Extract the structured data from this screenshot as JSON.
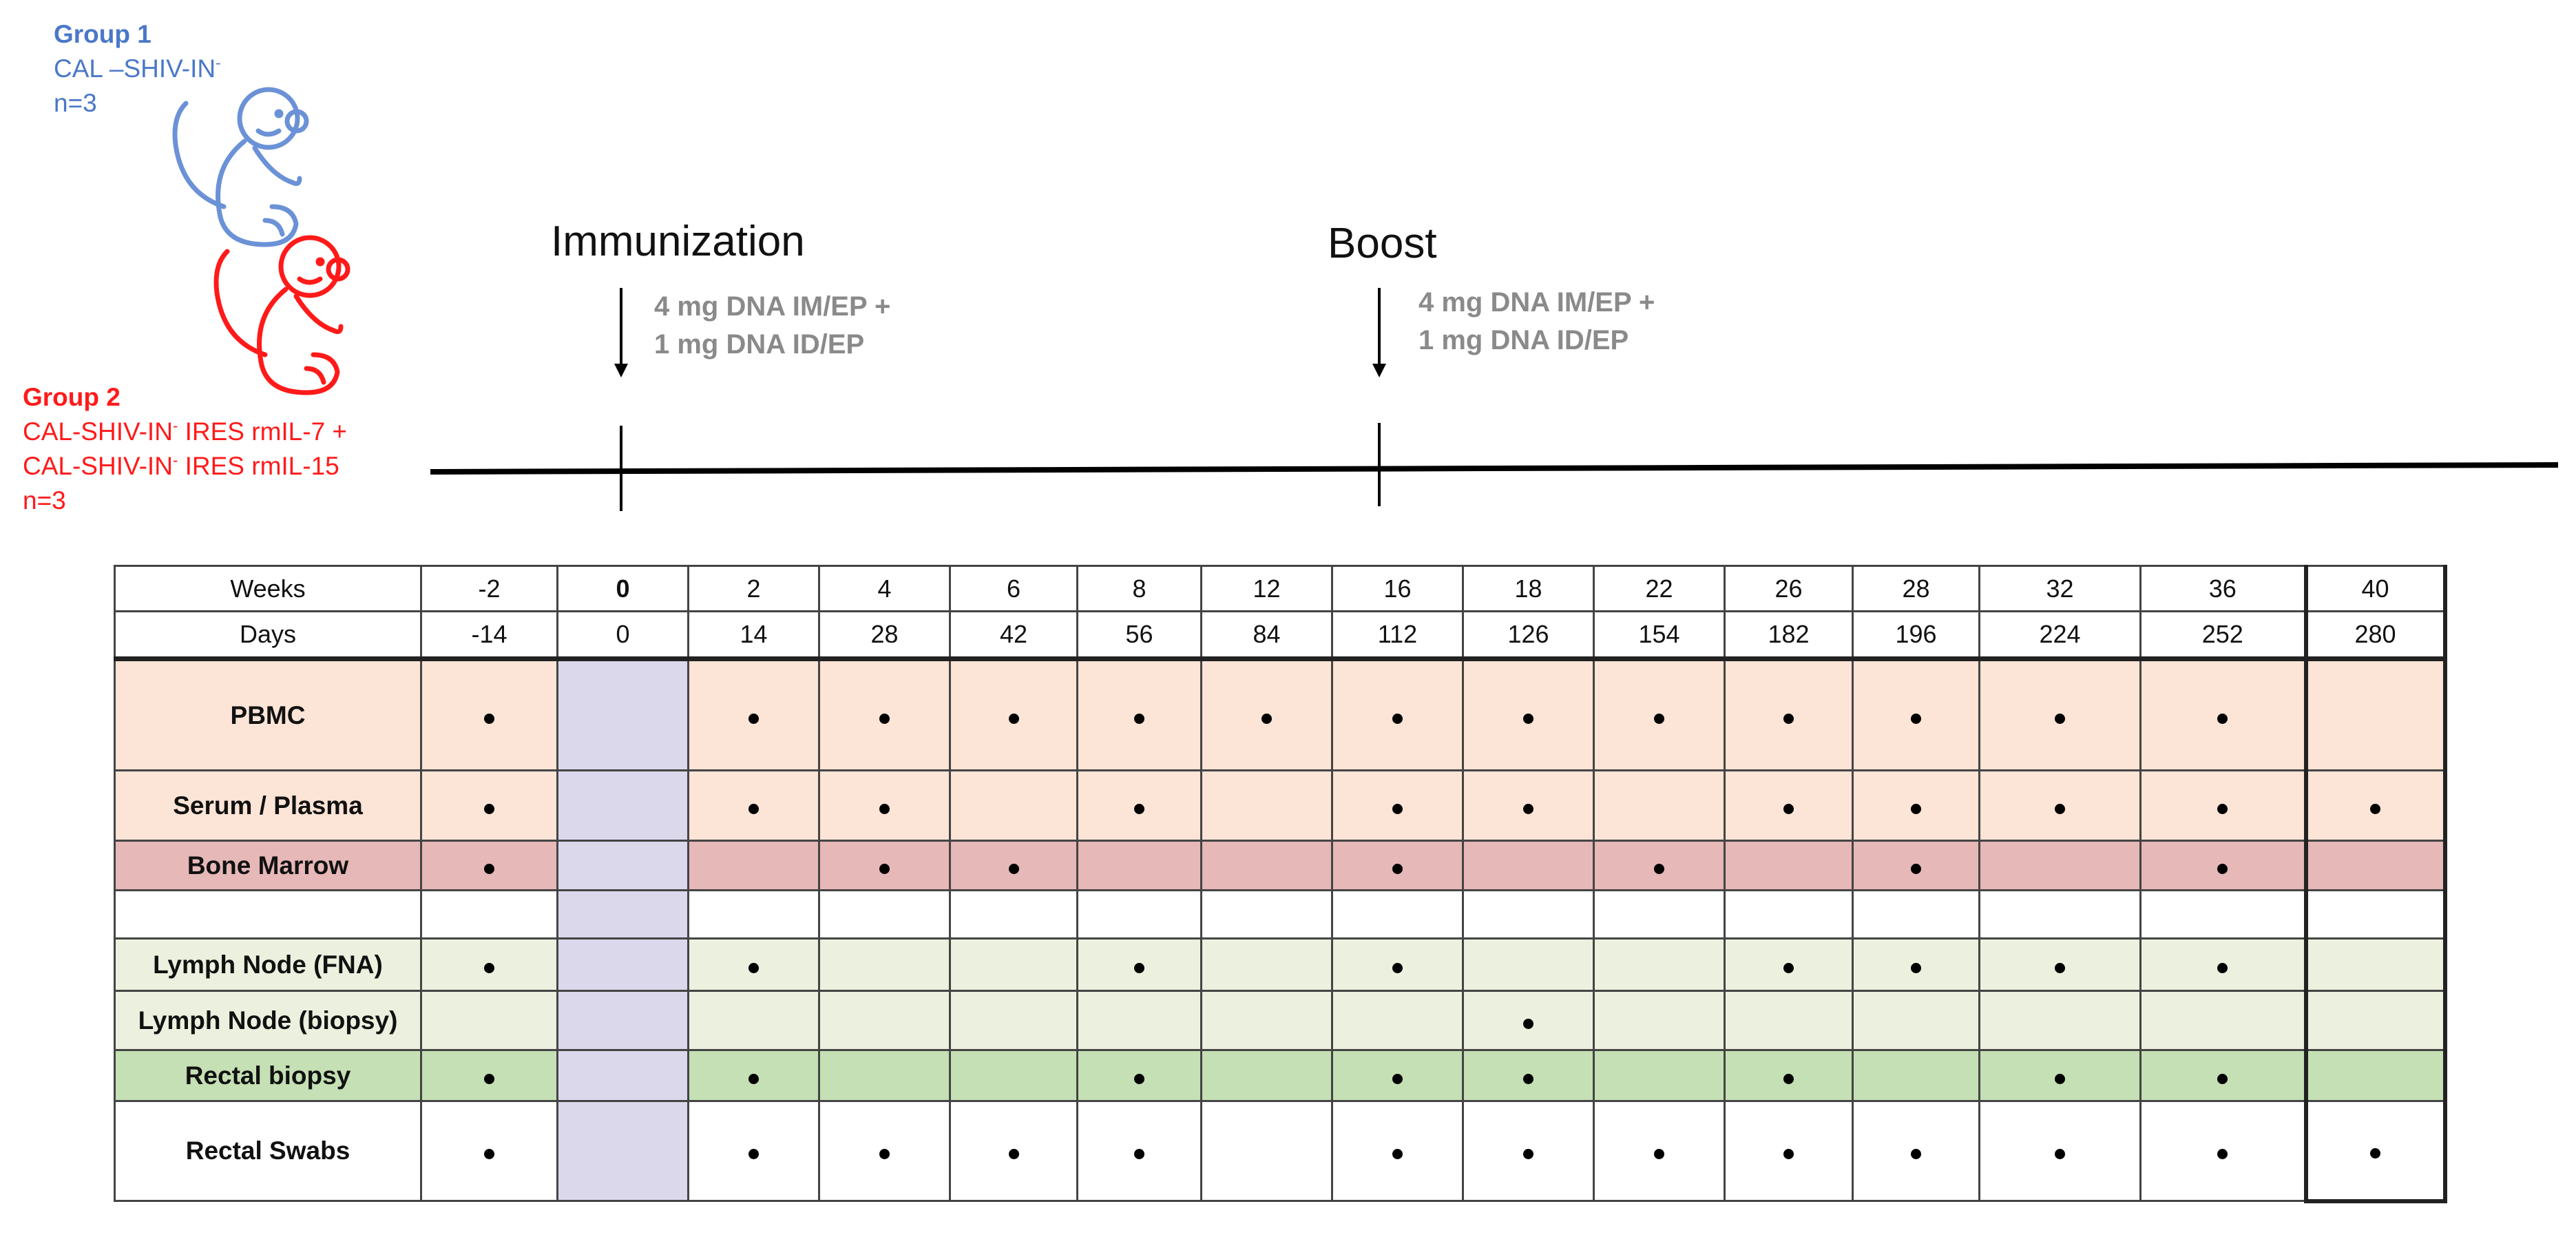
{
  "group1": {
    "title": "Group 1",
    "construct": "CAL –SHIV-IN",
    "construct_sup": "-",
    "n": "n=3",
    "color": "#4a78c8"
  },
  "group2": {
    "title": "Group 2",
    "line1_a": "CAL-SHIV-IN",
    "line1_sup": "-",
    "line1_b": " IRES rmIL-7 +",
    "line2_a": "CAL-SHIV-IN",
    "line2_sup": "-",
    "line2_b": " IRES rmIL-15",
    "n": "n=3",
    "color": "#ff1a1a"
  },
  "phases": [
    {
      "title": "Immunization",
      "dose_line1": "4 mg DNA IM/EP +",
      "dose_line2": "1 mg DNA ID/EP",
      "week": "0"
    },
    {
      "title": "Boost",
      "dose_line1": "4 mg DNA IM/EP +",
      "dose_line2": "1 mg DNA ID/EP",
      "week": "16"
    }
  ],
  "icons": {
    "group1": "monkey-icon",
    "group2": "monkey-icon"
  },
  "schedule": {
    "header_weeks_label": "Weeks",
    "header_days_label": "Days",
    "weeks": [
      "-2",
      "0",
      "2",
      "4",
      "6",
      "8",
      "12",
      "16",
      "18",
      "22",
      "26",
      "28",
      "32",
      "36",
      "40"
    ],
    "days": [
      "-14",
      "0",
      "14",
      "28",
      "42",
      "56",
      "84",
      "112",
      "126",
      "154",
      "182",
      "196",
      "224",
      "252",
      "280"
    ],
    "rows": [
      {
        "label": "PBMC",
        "color": "#fce4d6",
        "dots": [
          1,
          0,
          1,
          1,
          1,
          1,
          1,
          1,
          1,
          1,
          1,
          1,
          1,
          1,
          0
        ]
      },
      {
        "label": "Serum / Plasma",
        "color": "#fce4d6",
        "dots": [
          1,
          0,
          1,
          1,
          0,
          1,
          0,
          1,
          1,
          0,
          1,
          1,
          1,
          1,
          1
        ]
      },
      {
        "label": "Bone Marrow",
        "color": "#e6b8b7",
        "dots": [
          1,
          0,
          0,
          1,
          1,
          0,
          0,
          1,
          0,
          1,
          0,
          1,
          0,
          1,
          0
        ]
      },
      {
        "label": "",
        "color": "#ffffff",
        "dots": [
          0,
          0,
          0,
          0,
          0,
          0,
          0,
          0,
          0,
          0,
          0,
          0,
          0,
          0,
          0
        ]
      },
      {
        "label": "Lymph Node (FNA)",
        "color": "#ebf1de",
        "dots": [
          1,
          0,
          1,
          0,
          0,
          1,
          0,
          1,
          0,
          0,
          1,
          1,
          1,
          1,
          0
        ]
      },
      {
        "label": "Lymph Node (biopsy)",
        "color": "#ebf1de",
        "dots": [
          0,
          0,
          0,
          0,
          0,
          0,
          0,
          0,
          1,
          0,
          0,
          0,
          0,
          0,
          0
        ]
      },
      {
        "label": "Rectal biopsy",
        "color": "#c4e0b4",
        "dots": [
          1,
          0,
          1,
          0,
          0,
          1,
          0,
          1,
          1,
          0,
          1,
          0,
          1,
          1,
          0
        ]
      },
      {
        "label": "Rectal Swabs",
        "color": "#ffffff",
        "dots": [
          1,
          0,
          1,
          1,
          1,
          1,
          0,
          1,
          1,
          1,
          1,
          1,
          1,
          1,
          1
        ]
      }
    ],
    "immunization_column_color": "#dcd8ec"
  }
}
